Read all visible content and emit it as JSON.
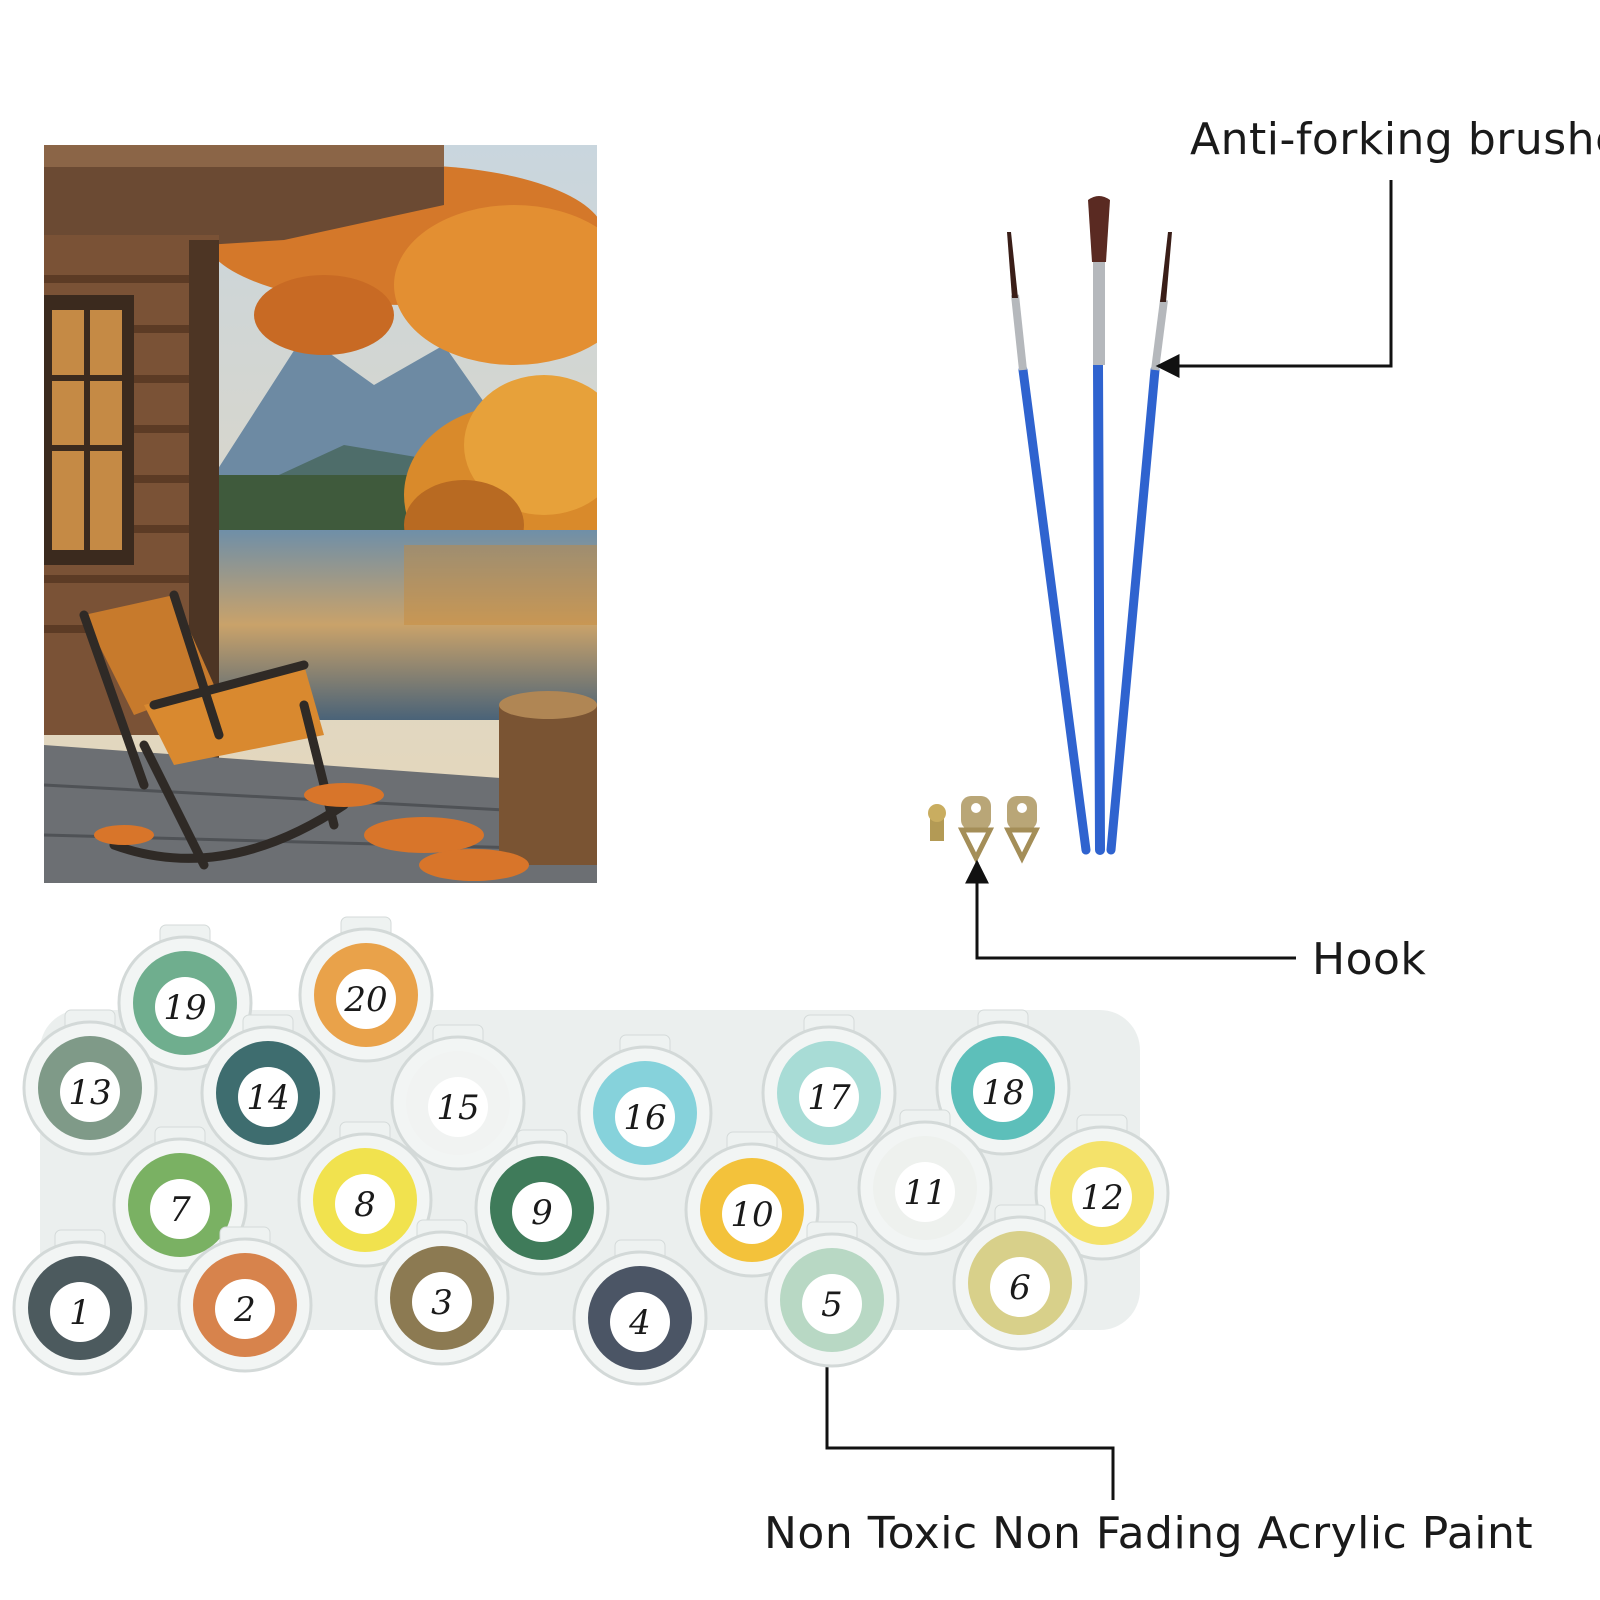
{
  "callouts": {
    "brushes": "Anti-forking brushes",
    "hook": "Hook",
    "paint": "Non Toxic Non Fading Acrylic Paint"
  },
  "paint_pots": [
    {
      "label": "19",
      "color": "#6fae8e"
    },
    {
      "label": "20",
      "color": "#e9a24a"
    },
    {
      "label": "13",
      "color": "#7f9a88"
    },
    {
      "label": "14",
      "color": "#3e6d6f"
    },
    {
      "label": "15",
      "color": "#f1f3f2"
    },
    {
      "label": "16",
      "color": "#86d2db"
    },
    {
      "label": "17",
      "color": "#a8dcd6"
    },
    {
      "label": "18",
      "color": "#5dbfba"
    },
    {
      "label": "7",
      "color": "#7ab163"
    },
    {
      "label": "8",
      "color": "#f1e24e"
    },
    {
      "label": "9",
      "color": "#3f7b5a"
    },
    {
      "label": "10",
      "color": "#f3c23b"
    },
    {
      "label": "11",
      "color": "#eef1ee"
    },
    {
      "label": "12",
      "color": "#f4e26a"
    },
    {
      "label": "1",
      "color": "#4c5a5e"
    },
    {
      "label": "2",
      "color": "#d7834c"
    },
    {
      "label": "3",
      "color": "#8c7a52"
    },
    {
      "label": "4",
      "color": "#4b5565"
    },
    {
      "label": "5",
      "color": "#b8d8c4"
    },
    {
      "label": "6",
      "color": "#d8d08a"
    }
  ],
  "brush_color": "#2f63cf"
}
